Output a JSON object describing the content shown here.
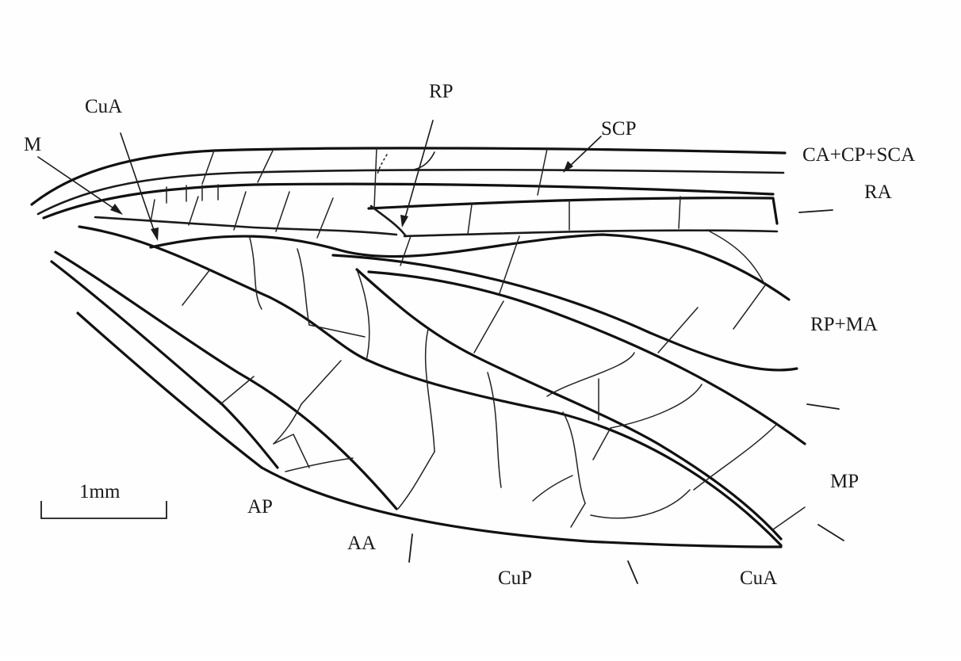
{
  "figure": {
    "labels": {
      "m": "M",
      "cua_top": "CuA",
      "rp_top": "RP",
      "scp": "SCP",
      "ca_cp_sca": "CA+CP+SCA",
      "ra": "RA",
      "rp_ma": "RP+MA",
      "mp": "MP",
      "ap": "AP",
      "aa": "AA",
      "cup": "CuP",
      "cua_bottom": "CuA"
    },
    "scale_bar": {
      "label": "1mm"
    }
  }
}
